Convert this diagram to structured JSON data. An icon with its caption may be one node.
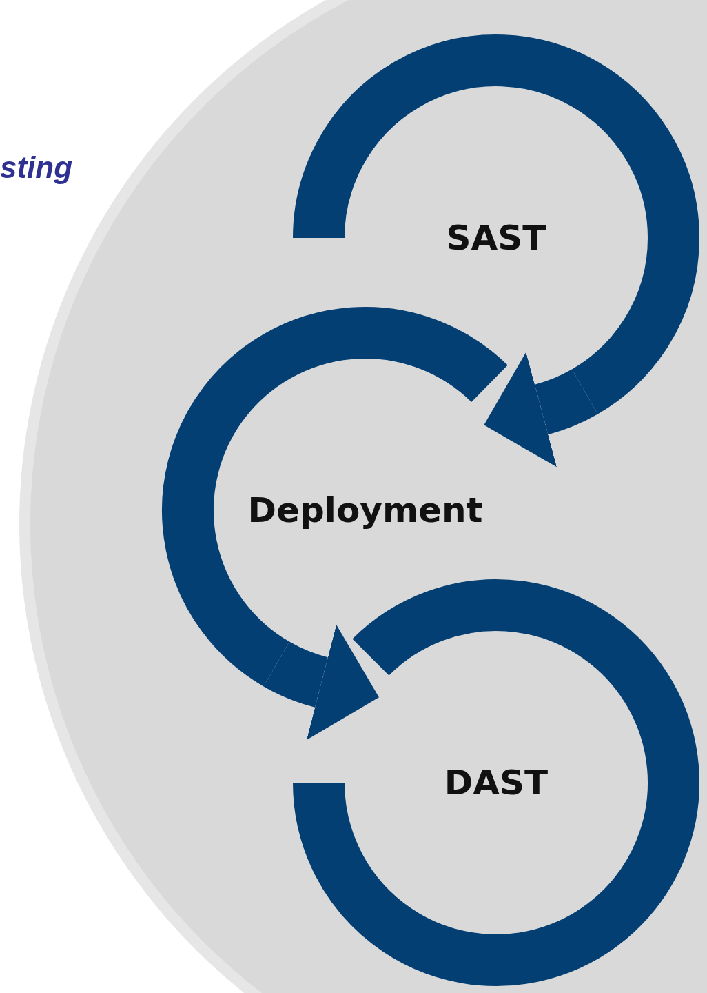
{
  "diagram": {
    "nodes": [
      {
        "text": [
          "SAST"
        ]
      },
      {
        "text": [
          "Deployment"
        ]
      },
      {
        "text": [
          "DAST"
        ]
      }
    ],
    "edges": [
      {
        "from": 0,
        "to": 1,
        "arrow": "to"
      },
      {
        "from": 1,
        "to": 2,
        "arrow": "to"
      }
    ],
    "labels": [
      "sting"
    ]
  }
}
